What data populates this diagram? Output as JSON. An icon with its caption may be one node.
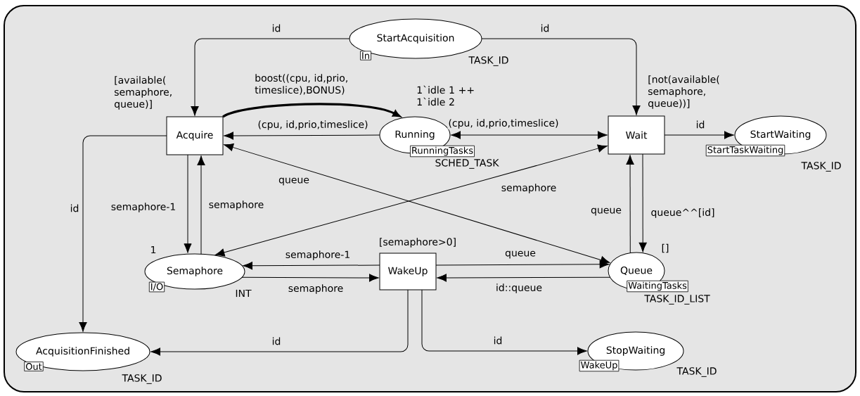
{
  "diagram": {
    "nodes": [
      {
        "text": [
          "StartAcquisition"
        ],
        "beside": [
          "In",
          "TASK_ID"
        ]
      },
      {
        "text": [
          "Acquire"
        ],
        "beside": [
          "[available( semaphore, queue)]"
        ]
      },
      {
        "text": [
          "Running"
        ],
        "beside": [
          "1`idle 1 ++ 1`idle 2",
          "RunningTasks",
          "SCHED_TASK"
        ]
      },
      {
        "text": [
          "Wait"
        ],
        "beside": [
          "[not(available( semaphore, queue))]"
        ]
      },
      {
        "text": [
          "StartWaiting"
        ],
        "beside": [
          "StartTaskWaiting",
          "TASK_ID"
        ]
      },
      {
        "text": [
          "Semaphore"
        ],
        "beside": [
          "1",
          "I/O",
          "INT"
        ]
      },
      {
        "text": [
          "WakeUp"
        ],
        "beside": [
          "[semaphore>0]"
        ]
      },
      {
        "text": [
          "Queue"
        ],
        "beside": [
          "[]",
          "WaitingTasks",
          "TASK_ID_LIST"
        ]
      },
      {
        "text": [
          "AcquisitionFinished"
        ],
        "beside": [
          "Out",
          "TASK_ID"
        ]
      },
      {
        "text": [
          "StopWaiting"
        ],
        "beside": [
          "WakeUp",
          "TASK_ID"
        ]
      }
    ],
    "edges": [
      {
        "from": 0,
        "to": 1,
        "arrow": "to",
        "label": "id"
      },
      {
        "from": 0,
        "to": 3,
        "arrow": "to",
        "label": "id"
      },
      {
        "from": 1,
        "to": 2,
        "arrow": "to",
        "label": "boost((cpu, id,prio, timeslice),BONUS)",
        "style": "thick"
      },
      {
        "from": 2,
        "to": 1,
        "arrow": "to",
        "label": "(cpu, id,prio,timeslice)"
      },
      {
        "from": 2,
        "to": 3,
        "arrow": "both",
        "label": "(cpu, id,prio,timeslice)"
      },
      {
        "from": 3,
        "to": 4,
        "arrow": "to",
        "label": "id"
      },
      {
        "from": 1,
        "to": 8,
        "arrow": "to",
        "label": "id"
      },
      {
        "from": 1,
        "to": 5,
        "arrow": "to",
        "label": "semaphore-1"
      },
      {
        "from": 5,
        "to": 1,
        "arrow": "to",
        "label": "semaphore"
      },
      {
        "from": 1,
        "to": 7,
        "arrow": "both",
        "label": "queue"
      },
      {
        "from": 5,
        "to": 3,
        "arrow": "both",
        "label": "semaphore"
      },
      {
        "from": 3,
        "to": 7,
        "arrow": "to",
        "label": "queue^^[id]"
      },
      {
        "from": 7,
        "to": 3,
        "arrow": "to",
        "label": "queue"
      },
      {
        "from": 6,
        "to": 5,
        "arrow": "to",
        "label": "semaphore-1"
      },
      {
        "from": 5,
        "to": 6,
        "arrow": "to",
        "label": "semaphore"
      },
      {
        "from": 6,
        "to": 7,
        "arrow": "to",
        "label": "queue"
      },
      {
        "from": 7,
        "to": 6,
        "arrow": "to",
        "label": "id::queue"
      },
      {
        "from": 6,
        "to": 8,
        "arrow": "to",
        "label": "id"
      },
      {
        "from": 6,
        "to": 9,
        "arrow": "to",
        "label": "id"
      }
    ]
  }
}
